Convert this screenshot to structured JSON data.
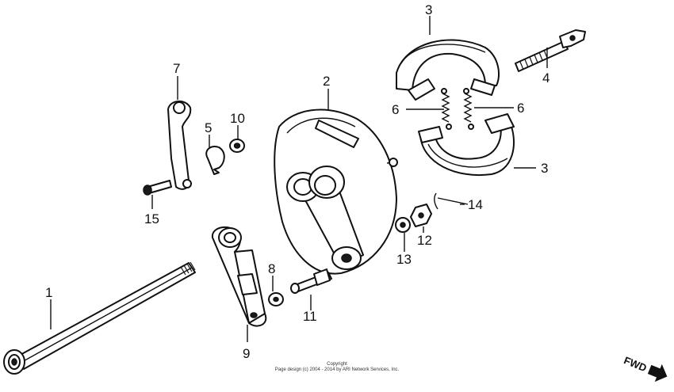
{
  "callouts": {
    "c1": "1",
    "c2": "2",
    "c3a": "3",
    "c3b": "3",
    "c4": "4",
    "c5": "5",
    "c6a": "6",
    "c6b": "6",
    "c7": "7",
    "c8": "8",
    "c9": "9",
    "c10": "10",
    "c11": "11",
    "c12": "12",
    "c13": "13",
    "c14": "14",
    "c15": "15"
  },
  "copyright": {
    "line1": "Copyright",
    "line2": "Page design (c) 2004 - 2014 by ARI Network Services, Inc."
  },
  "direction": {
    "label": "FWD"
  }
}
